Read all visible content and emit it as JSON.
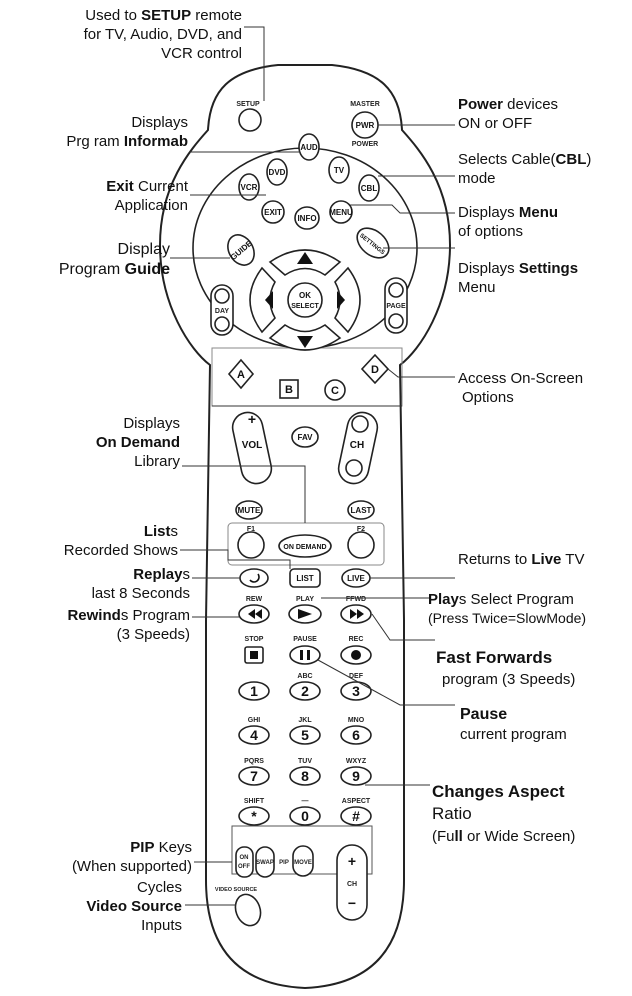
{
  "annotations": {
    "setup": [
      "Used to ",
      "SETUP",
      " remote",
      "for TV, Audio, DVD, and",
      "VCR control"
    ],
    "info": [
      "Displays",
      "Prg  ram  ",
      "Informab"
    ],
    "exit": [
      "Exit",
      " Current",
      "Application"
    ],
    "guide": [
      "Display",
      "Program ",
      "Guide"
    ],
    "demand": [
      "Displays",
      "On Demand",
      "Library"
    ],
    "lists": [
      "List",
      "s",
      "Recorded Shows"
    ],
    "replays": [
      "Replay",
      "s",
      "last 8 Seconds"
    ],
    "rewinds": [
      "Rewind",
      "s Program",
      "(3 Speeds)"
    ],
    "pip": [
      "PIP",
      " Keys",
      "(When supported)"
    ],
    "source": [
      "Cycles",
      "Video Source",
      "Inputs"
    ],
    "power": [
      "Power",
      " devices",
      "ON or OFF"
    ],
    "cbl": [
      "Selects Cable(",
      "CBL",
      ")",
      "mode"
    ],
    "menu": [
      "Displays ",
      "Menu",
      "of options"
    ],
    "settings": [
      "Displays ",
      "Settings",
      "Menu"
    ],
    "options": [
      "Access On-Screen",
      "Options"
    ],
    "live": [
      "Returns to ",
      "Live",
      " TV"
    ],
    "plays": [
      "Play",
      "s Select Program",
      "(Press Twice=SlowMode)"
    ],
    "ffwd": [
      "Fast Forwards",
      "program  (3 Speeds)"
    ],
    "pause": [
      "Pause",
      "current program"
    ],
    "aspect": [
      "Changes Aspect",
      "Ratio",
      "(Fu",
      "ll",
      " or Wide Screen)"
    ]
  },
  "buttons": {
    "setup": "SETUP",
    "master": "MASTER",
    "pwr": "PWR",
    "power": "POWER",
    "aud": "AUD",
    "dvd": "DVD",
    "tv": "TV",
    "vcr": "VCR",
    "cbl": "CBL",
    "exit": "EXIT",
    "info": "INFO",
    "menu": "MENU",
    "guide": "GUIDE",
    "settings": "SETTINGS",
    "ok": "OK",
    "select": "SELECT",
    "day": "DAY",
    "page": "PAGE",
    "a": "A",
    "b": "B",
    "c": "C",
    "d": "D",
    "vol": "VOL",
    "fav": "FAV",
    "ch": "CH",
    "mute": "MUTE",
    "last": "LAST",
    "f1": "F1",
    "f2": "F2",
    "on_demand": "ON DEMAND",
    "list": "LIST",
    "live": "LIVE",
    "rew": "REW",
    "play": "PLAY",
    "ffwd": "FFWD",
    "stop": "STOP",
    "pause": "PAUSE",
    "rec": "REC",
    "digits": [
      "1",
      "2",
      "3",
      "4",
      "5",
      "6",
      "7",
      "8",
      "9",
      "*",
      "0",
      "#"
    ],
    "letters": [
      "",
      "ABC",
      "DEF",
      "GHI",
      "JKL",
      "MNO",
      "PQRS",
      "TUV",
      "WXYZ",
      "SHIFT",
      "—",
      "ASPECT"
    ],
    "on_off_1": "ON",
    "on_off_2": "OFF",
    "swap": "SWAP",
    "pip": "PIP",
    "move": "MOVE",
    "plus": "+",
    "minus": "−",
    "ch2": "CH",
    "video_source": "VIDEO SOURCE"
  }
}
